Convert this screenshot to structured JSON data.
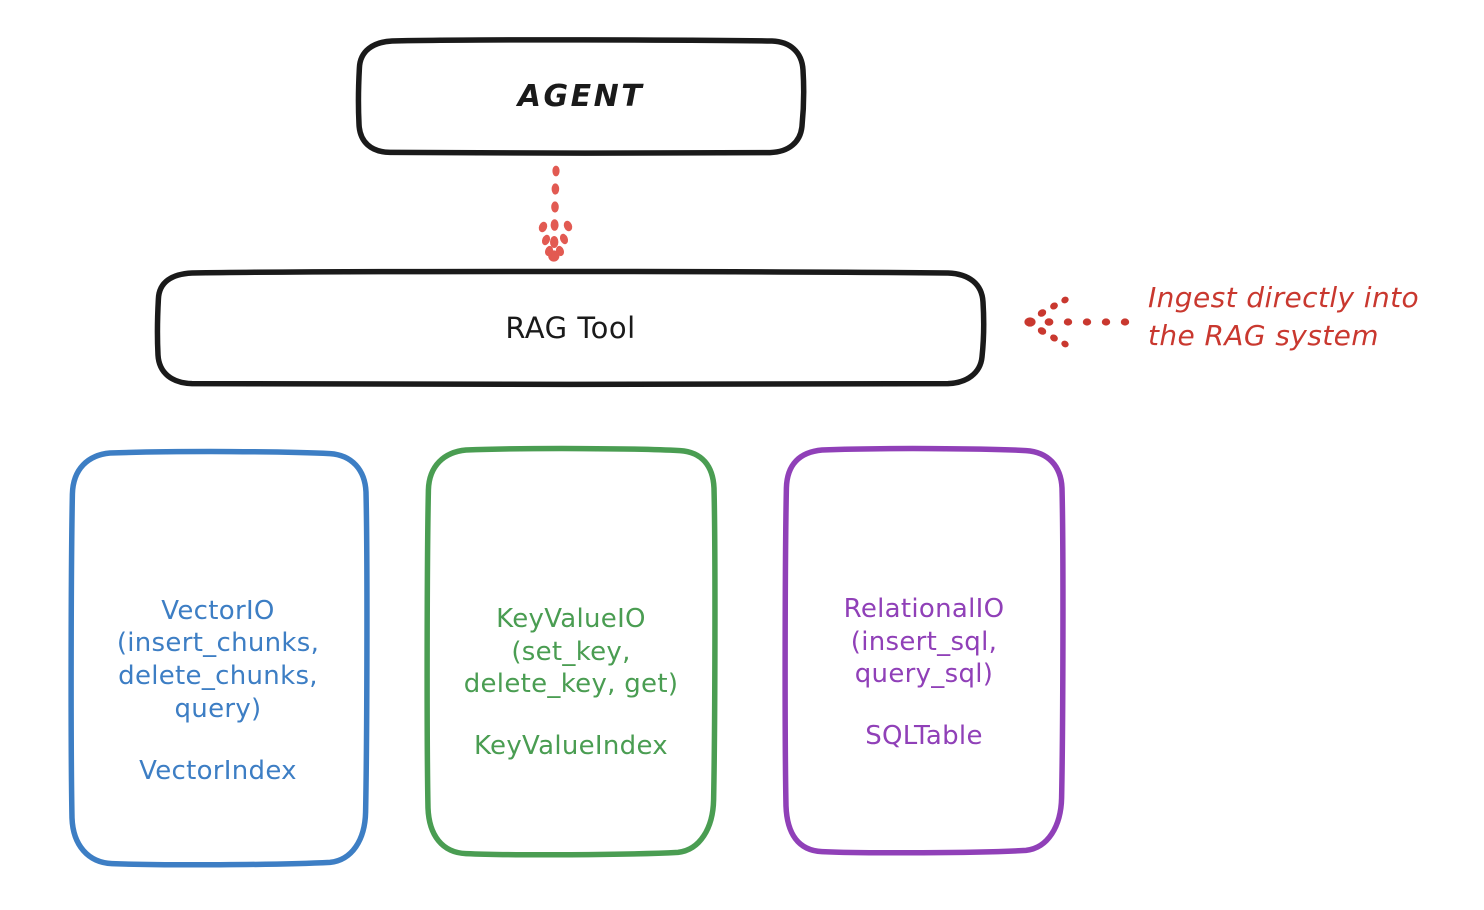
{
  "diagram": {
    "title_node": {
      "label": "AGENT"
    },
    "tool_node": {
      "label": "RAG Tool"
    },
    "annotation": {
      "text": "Ingest directly into\nthe RAG system",
      "color": "#c9382f",
      "arrow": "dotted-left-arrow"
    },
    "connector": {
      "from": "AGENT",
      "to": "RAG Tool",
      "style": "dotted-down-arrow",
      "color": "#e25a52"
    },
    "providers": [
      {
        "name": "VectorIO",
        "api": "VectorIO\n(insert_chunks,\ndelete_chunks,\nquery)",
        "index": "VectorIndex",
        "color": "#3d7ec4"
      },
      {
        "name": "KeyValueIO",
        "api": "KeyValueIO\n(set_key,\ndelete_key, get)",
        "index": "KeyValueIndex",
        "color": "#4a9d52"
      },
      {
        "name": "RelationalIO",
        "api": "RelationalIO\n(insert_sql,\nquery_sql)",
        "index": "SQLTable",
        "color": "#9040b8"
      }
    ],
    "stroke_colors": {
      "black": "#1a1a1a",
      "blue": "#3d7ec4",
      "green": "#4a9d52",
      "purple": "#9040b8",
      "red": "#c9382f",
      "red_arrow": "#e25a52"
    }
  }
}
